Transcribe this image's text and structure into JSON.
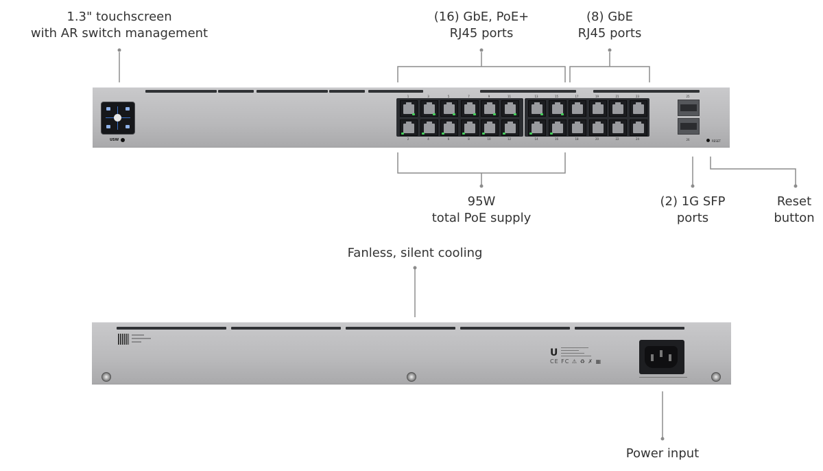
{
  "callouts": {
    "touchscreen": {
      "line1": "1.3\" touchscreen",
      "line2": "with AR switch management"
    },
    "poe_ports": {
      "line1": "(16) GbE, PoE+",
      "line2": "RJ45 ports"
    },
    "gbe_ports": {
      "line1": "(8) GbE",
      "line2": "RJ45 ports"
    },
    "poe_supply": {
      "line1": "95W",
      "line2": "total PoE supply"
    },
    "sfp_ports": {
      "line1": "(2) 1G SFP",
      "line2": "ports"
    },
    "reset": {
      "line1": "Reset",
      "line2": "button"
    },
    "cooling": {
      "line1": "Fanless, silent cooling"
    },
    "power": {
      "line1": "Power input"
    }
  },
  "device": {
    "brand_label": "USW",
    "reset_label": "RESET",
    "top_port_labels": [
      "1",
      "3",
      "5",
      "7",
      "9",
      "11",
      "13",
      "15",
      "17",
      "19",
      "21",
      "23"
    ],
    "bottom_port_labels": [
      "2",
      "4",
      "6",
      "8",
      "10",
      "12",
      "14",
      "16",
      "18",
      "20",
      "22",
      "24"
    ],
    "sfp_labels": [
      "25",
      "26"
    ],
    "back_logo": "U",
    "cert_marks": "CE FC ⚠ ♻ ✗ ▦"
  },
  "colors": {
    "chassis": "#bfbfc1",
    "vent": "#2f3134",
    "led_active": "#45d05a",
    "lcd_accent": "#3970c8",
    "leader_line": "#8c8c8c"
  },
  "icons": [
    "touchscreen-icon",
    "reset-icon",
    "power-socket-icon",
    "ubiquiti-logo-icon",
    "qr-code-icon",
    "screw-icon"
  ]
}
